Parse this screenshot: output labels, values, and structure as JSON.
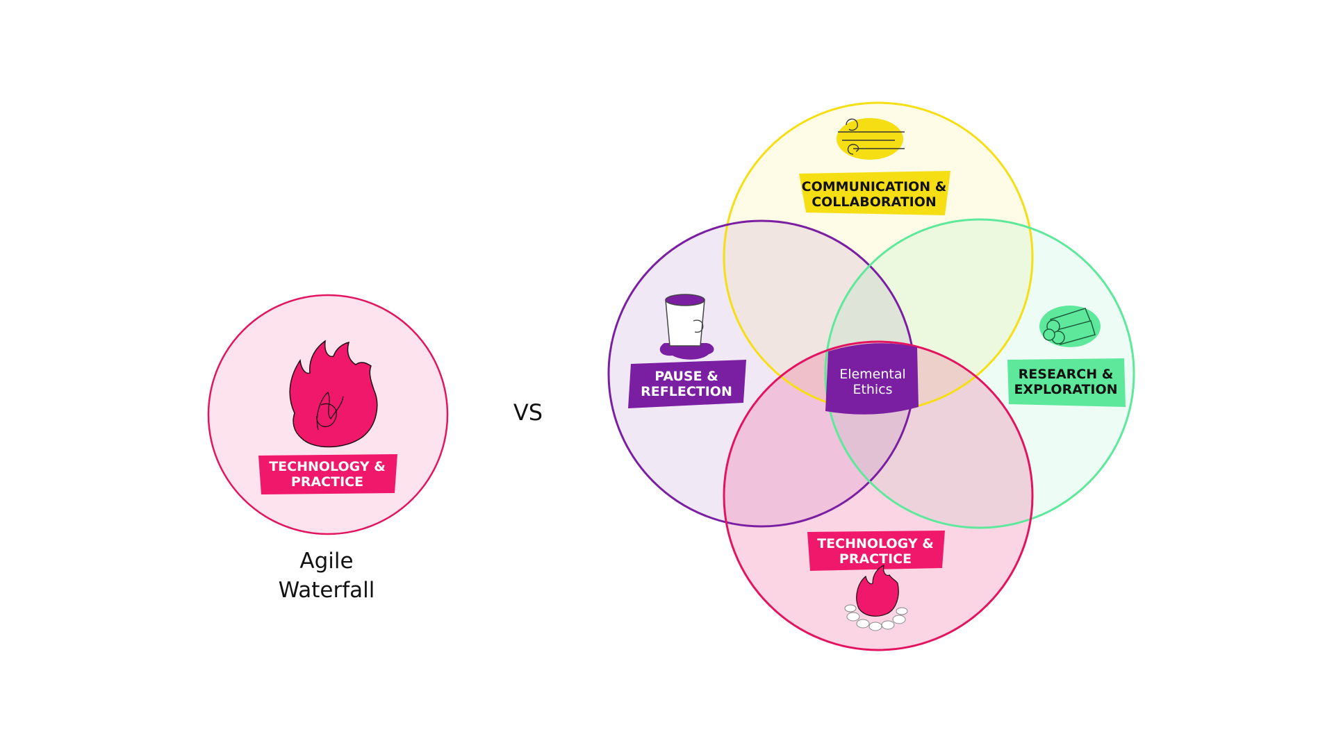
{
  "colors": {
    "pink": "#e3145f",
    "pink_light": "#fde3ee",
    "purple": "#7a1fa2",
    "purple_light": "#efe6f6",
    "yellow": "#f5df14",
    "yellow_light": "#fdfbe8",
    "green": "#5de89b",
    "green_light": "#ecfaf2",
    "text": "#111111"
  },
  "left": {
    "badge": {
      "line1": "TECHNOLOGY &",
      "line2": "PRACTICE"
    },
    "caption": {
      "line1": "Agile",
      "line2": "Waterfall"
    },
    "icon": "fire-icon"
  },
  "vs_label": "VS",
  "venn": {
    "yellow": {
      "line1": "COMMUNICATION &",
      "line2": "COLLABORATION",
      "icon": "wind-icon"
    },
    "purple": {
      "line1": "PAUSE &",
      "line2": "REFLECTION",
      "icon": "bucket-icon"
    },
    "green": {
      "line1": "RESEARCH &",
      "line2": "EXPLORATION",
      "icon": "logs-icon"
    },
    "pink": {
      "line1": "TECHNOLOGY &",
      "line2": "PRACTICE",
      "icon": "campfire-icon"
    },
    "center": {
      "line1": "Elemental",
      "line2": "Ethics"
    }
  }
}
